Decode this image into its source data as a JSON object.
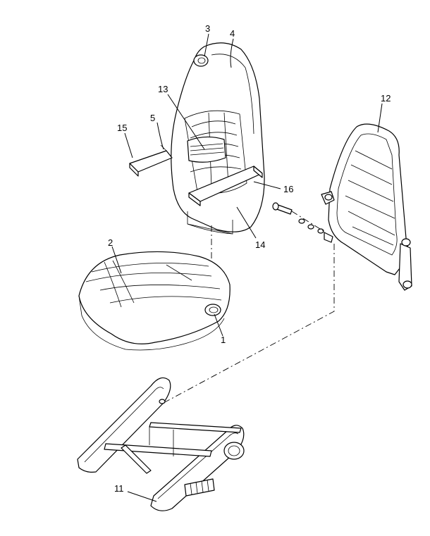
{
  "callouts": {
    "c1": "1",
    "c2": "2",
    "c3": "3",
    "c4": "4",
    "c5": "5",
    "c11": "11",
    "c12": "12",
    "c13": "13",
    "c14": "14",
    "c15": "15",
    "c16": "16"
  }
}
